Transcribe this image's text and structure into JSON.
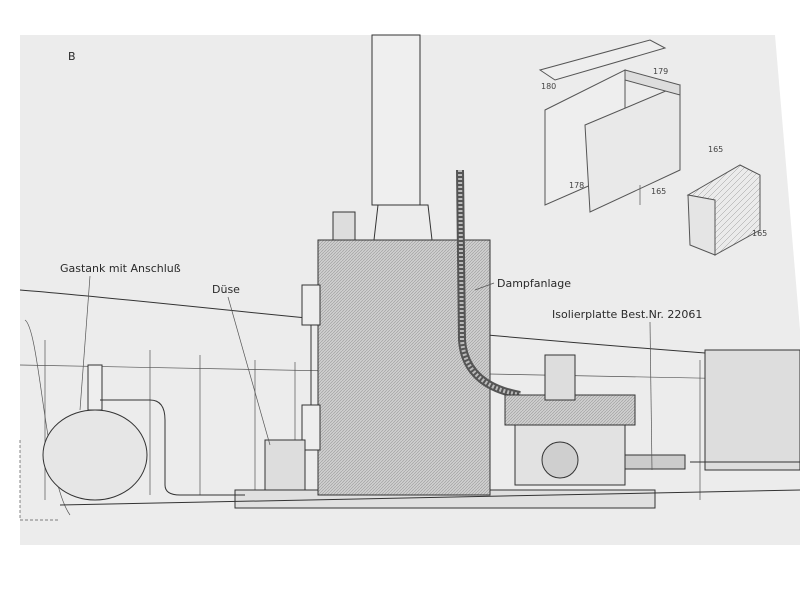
{
  "figure": {
    "panel_letter": "B",
    "labels": {
      "gas_tank": "Gastank mit Anschluß",
      "nozzle": "Düse",
      "steam_plant": "Dampfanlage",
      "insulation_plate": "Isolierplatte Best.Nr. 22061"
    },
    "part_numbers": [
      "180",
      "179",
      "178",
      "165",
      "165",
      "165"
    ]
  }
}
